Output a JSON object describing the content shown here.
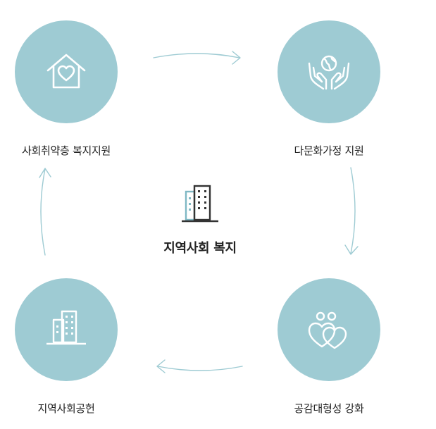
{
  "center": {
    "title": "지역사회 복지",
    "icon": "building-icon"
  },
  "nodes": [
    {
      "label": "사회취약층 복지지원",
      "icon": "house-heart-icon"
    },
    {
      "label": "다문화가정 지원",
      "icon": "hands-globe-icon"
    },
    {
      "label": "공감대형성 강화",
      "icon": "people-hearts-icon"
    },
    {
      "label": "지역사회공헌",
      "icon": "building-icon"
    }
  ],
  "colors": {
    "circle": "#9ecbd3",
    "arrow": "#9ecbd3",
    "icon_stroke": "#ffffff",
    "center_icon_dark": "#333333",
    "center_icon_accent": "#7fb8c4"
  }
}
